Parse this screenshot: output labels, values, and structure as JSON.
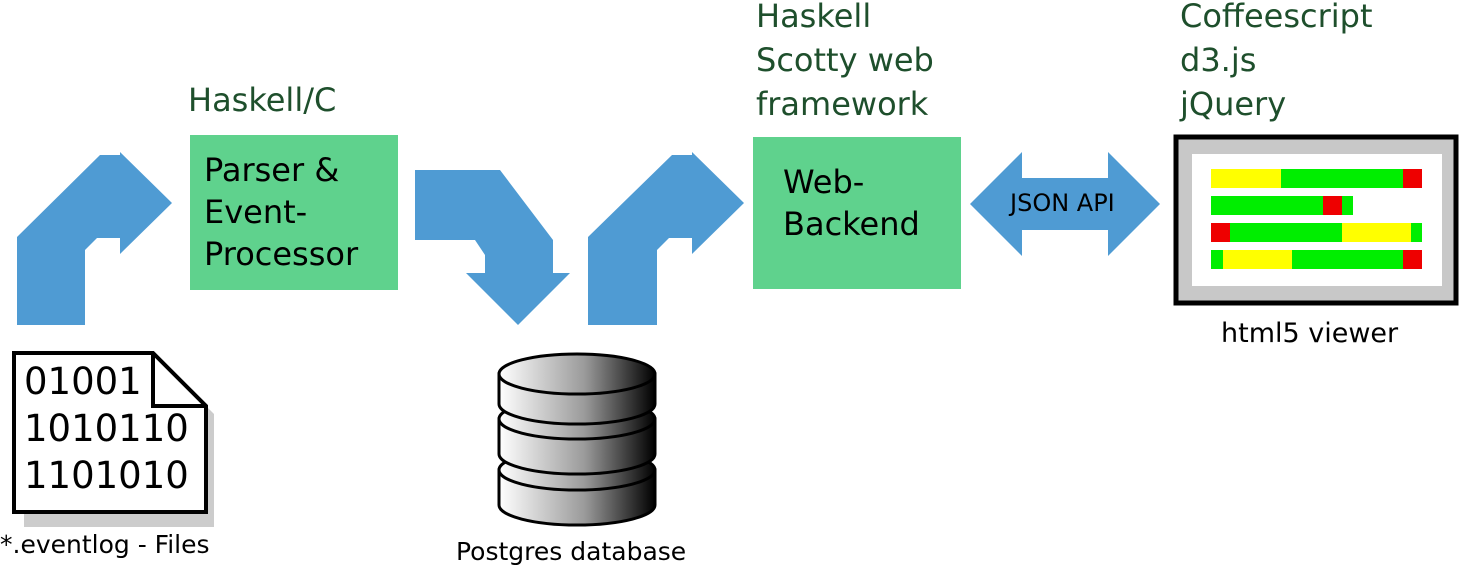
{
  "parser": {
    "tech": [
      "Haskell/C"
    ],
    "label": [
      "Parser &",
      "Event-",
      "Processor"
    ]
  },
  "backend": {
    "tech": [
      "Haskell",
      "Scotty web",
      "framework"
    ],
    "label": [
      "Web-",
      "Backend"
    ]
  },
  "frontend": {
    "tech": [
      "Coffeescript",
      "d3.js",
      "jQuery"
    ],
    "caption": "html5 viewer"
  },
  "api_label": "JSON API",
  "file": {
    "lines": [
      "01001",
      "1010110",
      "1101010"
    ],
    "caption": "*.eventlog - Files"
  },
  "database": {
    "caption": "Postgres database"
  },
  "colors": {
    "arrow": "#4f9bd3",
    "box": "#5fd28d",
    "label": "#1e4f2c",
    "bar_green": "#00ee00",
    "bar_yellow": "#ffff00",
    "bar_red": "#ee0000"
  },
  "icons": [
    "file-icon",
    "database-icon",
    "viewer-window-icon",
    "bidirectional-arrow-icon",
    "flow-arrow-icon"
  ]
}
